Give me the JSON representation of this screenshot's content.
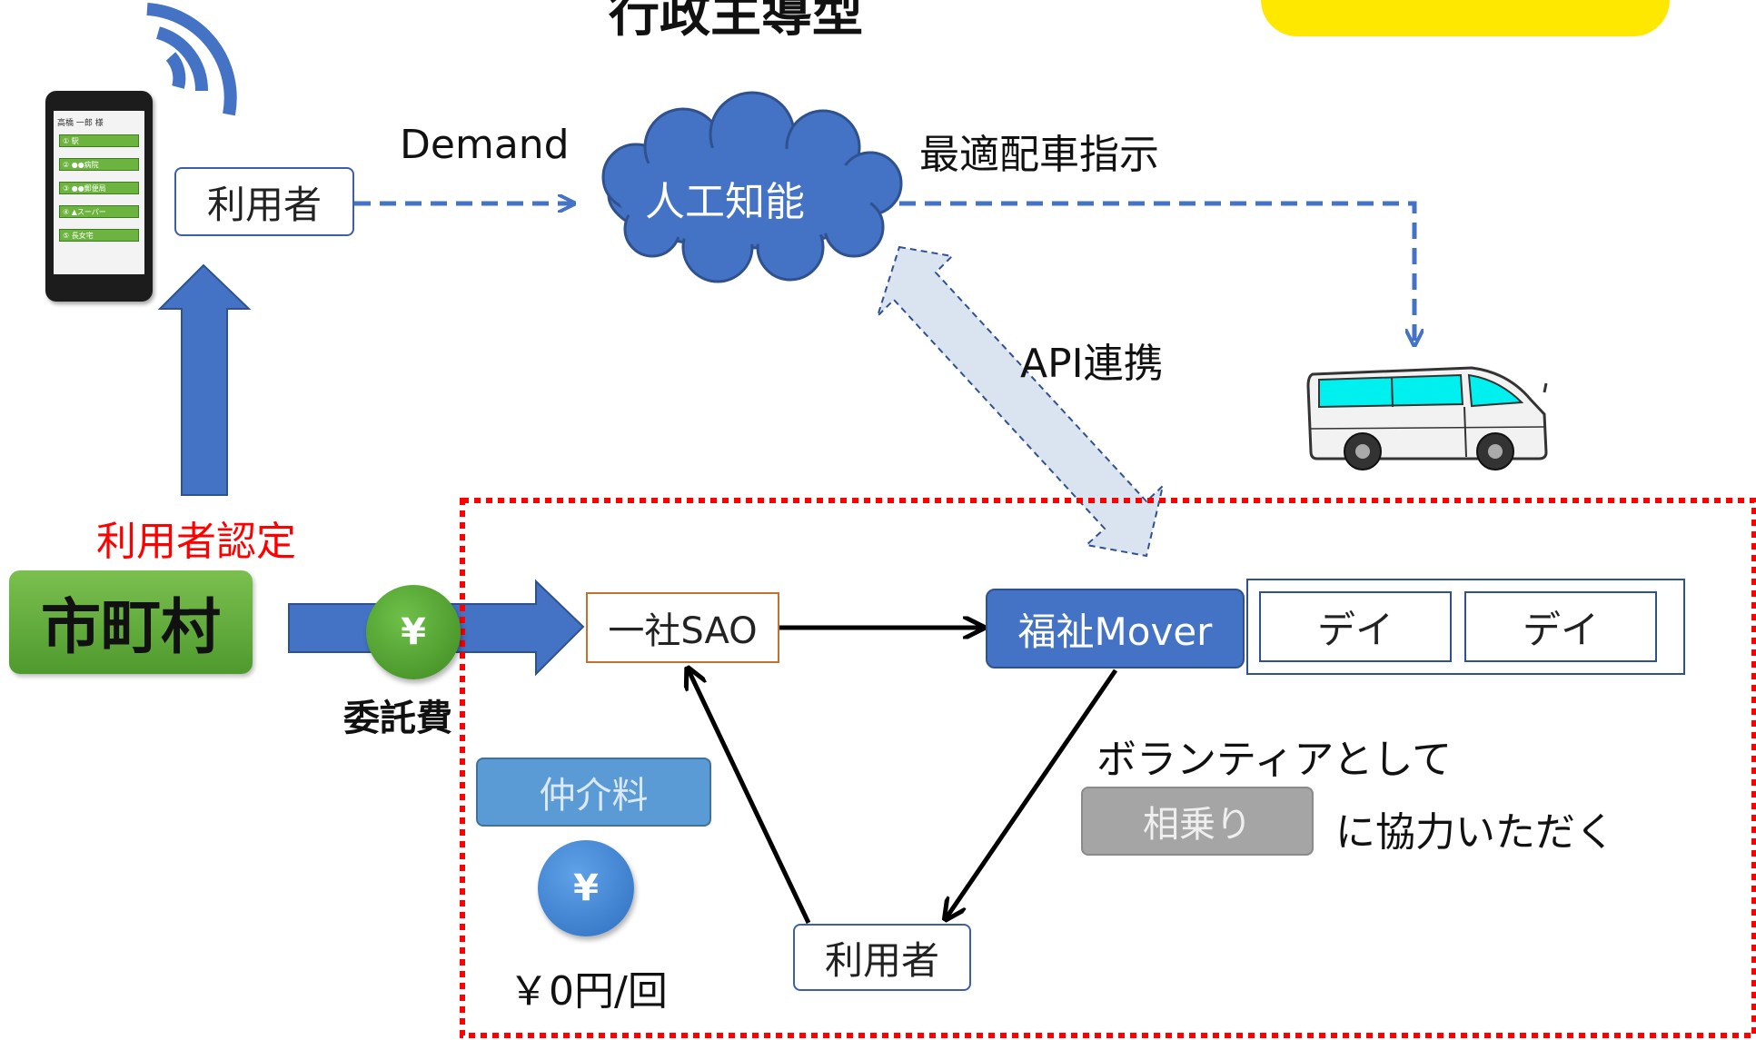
{
  "header": {
    "title_partial": "行政主導型"
  },
  "top": {
    "user_label": "利用者",
    "demand_label": "Demand",
    "ai_label": "人工知能",
    "dispatch_label": "最適配車指示",
    "api_label": "API連携"
  },
  "phone": {
    "name": "高橋 一郎 様",
    "items": [
      "① 駅",
      "② ●●病院",
      "③ ●●郵便局",
      "④ ▲スーパー",
      "⑤ 長女宅"
    ]
  },
  "left": {
    "auth_label": "利用者認定",
    "city_label": "市町村",
    "yen_symbol": "¥",
    "commission_label": "委託費"
  },
  "flow": {
    "sao_label": "一社SAO",
    "mover_label": "福祉Mover",
    "day_labels": [
      "デイ",
      "デイ"
    ],
    "volunteer_text": "ボランティアとして",
    "ride_share_label": "相乗り",
    "cooperate_text": "に協力いただく",
    "fee_label": "仲介料",
    "fee_yen_symbol": "¥",
    "fee_amount": "￥0円/回",
    "bottom_user_label": "利用者"
  },
  "colors": {
    "blue_arrow": "#4472c4",
    "dashed_border": "#ff0000",
    "auth_text": "#ff0000"
  }
}
